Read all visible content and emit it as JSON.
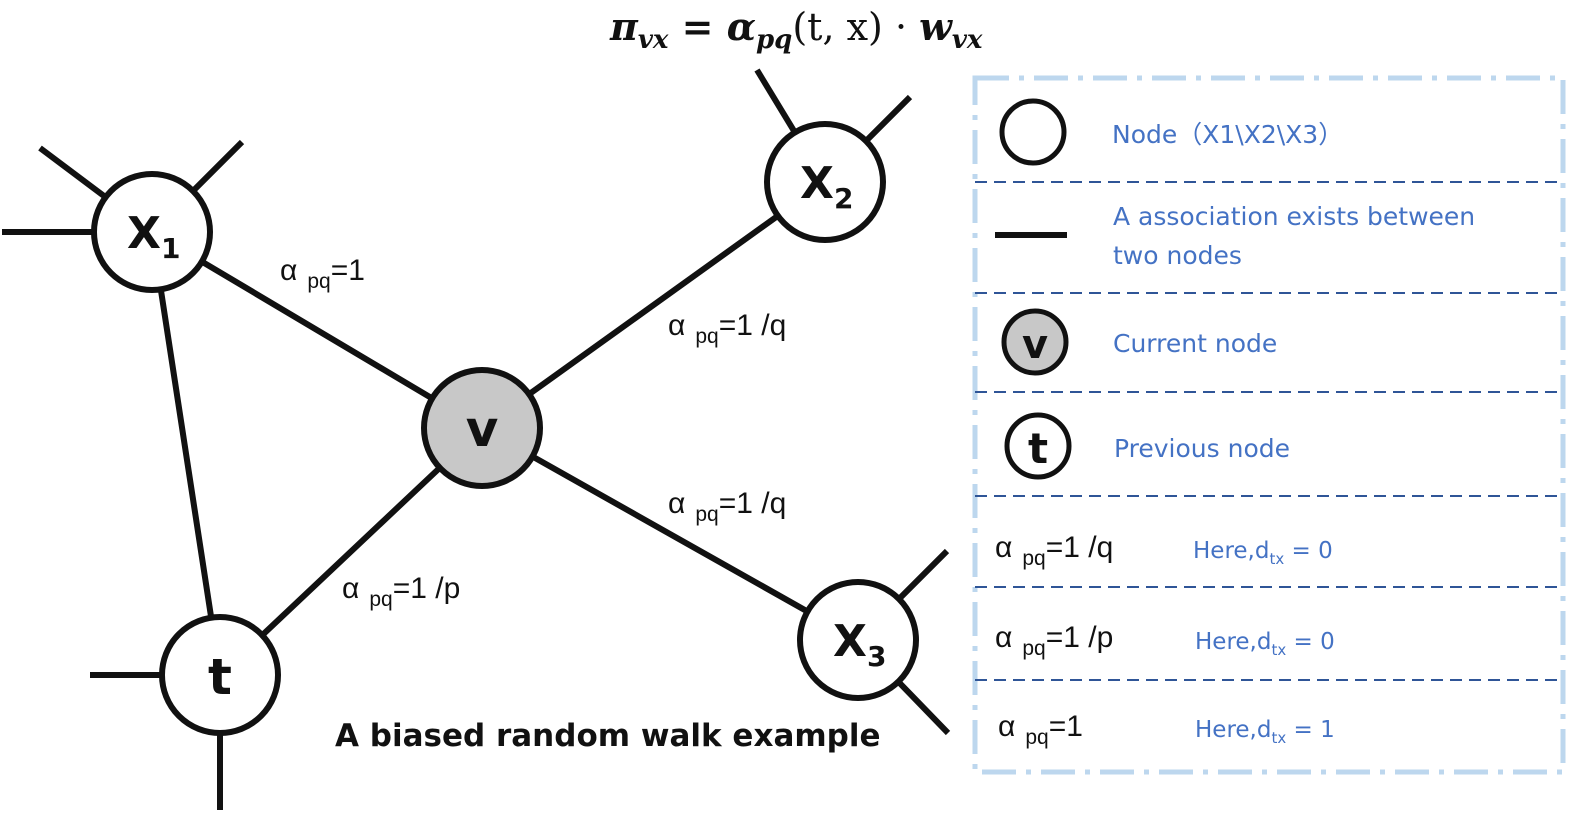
{
  "formula": {
    "pi": "π",
    "pi_sub": "vx",
    "equals": " = ",
    "alpha": "α",
    "alpha_sub": "pq",
    "args": "(t, x) · ",
    "w": "w",
    "w_sub": "vx"
  },
  "nodes": {
    "x1": {
      "main": "X",
      "sub": "1"
    },
    "x2": {
      "main": "X",
      "sub": "2"
    },
    "x3": {
      "main": "X",
      "sub": "3"
    },
    "v": {
      "main": "v"
    },
    "t": {
      "main": "t"
    }
  },
  "edge_labels": {
    "x1_v": {
      "alpha": "α",
      "sub": "pq",
      "value": "=1"
    },
    "v_x2": {
      "alpha": "α",
      "sub": "pq",
      "value": "=1 /q"
    },
    "v_x3": {
      "alpha": "α",
      "sub": "pq",
      "value": "=1 /q"
    },
    "v_t": {
      "alpha": "α",
      "sub": "pq",
      "value": "=1 /p"
    }
  },
  "caption": "A biased random walk example",
  "legend": {
    "node": "Node（X1\\X2\\X3）",
    "edge_line1": "A association exists between",
    "edge_line2": "two nodes",
    "current_symbol": "v",
    "current": "Current node",
    "previous_symbol": "t",
    "previous": "Previous node",
    "rows": [
      {
        "alpha": "α",
        "sub": "pq",
        "value": "=1 /q",
        "here": "Here,d",
        "here_sub": "tx",
        "here_value": " = 0"
      },
      {
        "alpha": "α",
        "sub": "pq",
        "value": "=1 /p",
        "here": "Here,d",
        "here_sub": "tx",
        "here_value": " = 0"
      },
      {
        "alpha": "α",
        "sub": "pq",
        "value": "=1",
        "here": "Here,d",
        "here_sub": "tx",
        "here_value": " = 1"
      }
    ]
  },
  "colors": {
    "node_fill": "#ffffff",
    "current_fill": "#c8c8c8",
    "legend_text": "#4472c4",
    "legend_border": "#bdd7ee",
    "legend_divider": "#2f5597"
  }
}
